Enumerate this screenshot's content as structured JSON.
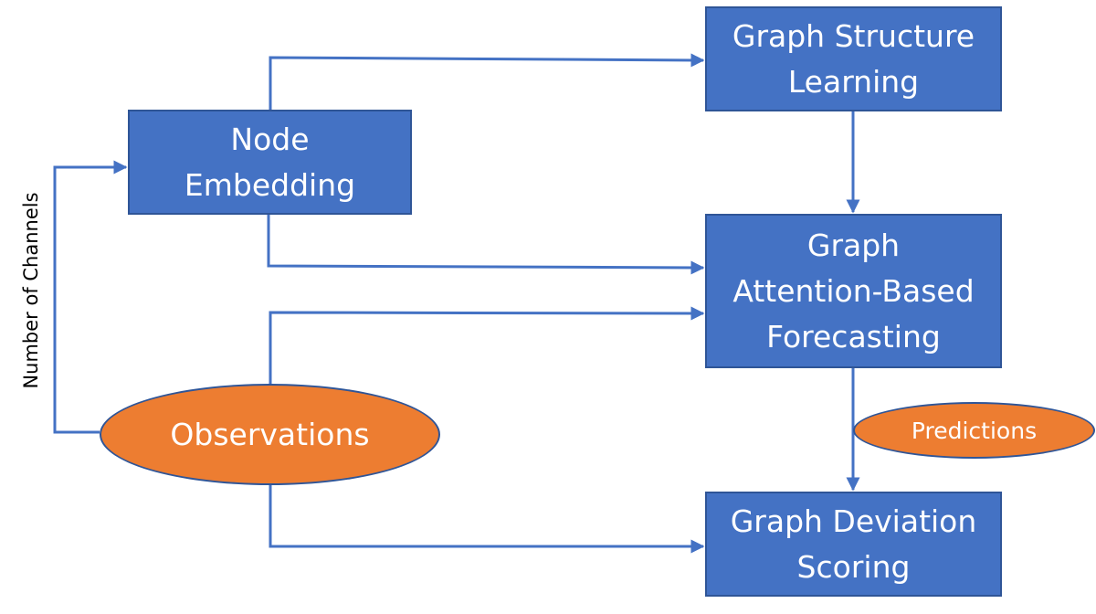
{
  "nodes": {
    "node_embedding": [
      "Node",
      "Embedding"
    ],
    "graph_structure_learning": [
      "Graph Structure",
      "Learning"
    ],
    "graph_attention_forecasting": [
      "Graph",
      "Attention-Based",
      "Forecasting"
    ],
    "graph_deviation_scoring": [
      "Graph Deviation",
      "Scoring"
    ],
    "observations": "Observations",
    "predictions": "Predictions"
  },
  "side_label": "Number of Channels",
  "colors": {
    "box_fill": "#4472c4",
    "box_border": "#2f5597",
    "ellipse_fill": "#ed7d31",
    "arrow": "#4472c4",
    "text_on_shapes": "#ffffff"
  }
}
